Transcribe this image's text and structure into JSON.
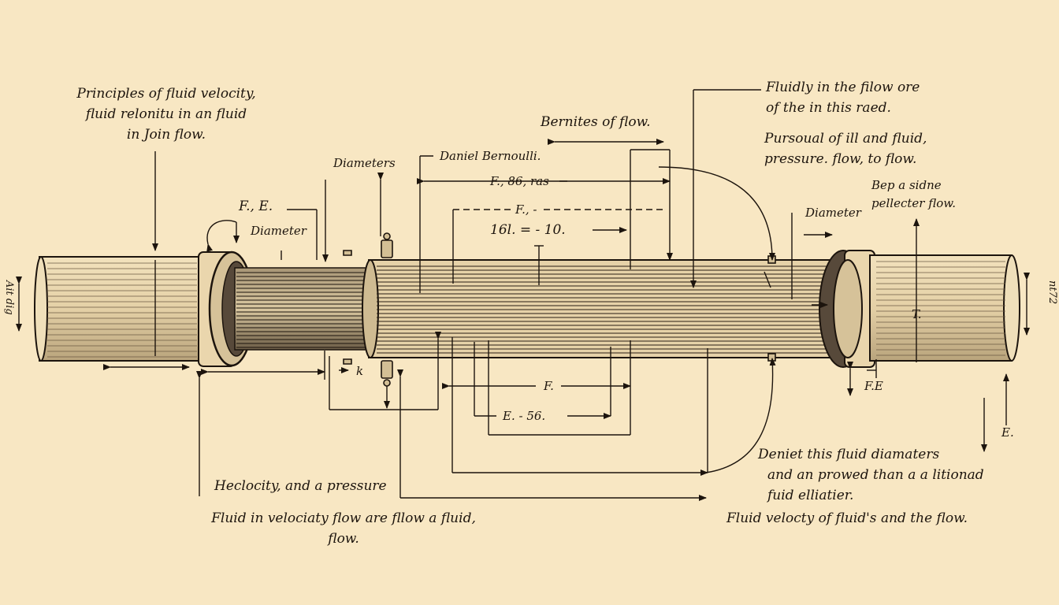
{
  "colors": {
    "paper": "#f8e7c3",
    "ink": "#1c140d",
    "pipe": "#eedcb6"
  },
  "text": {
    "principles": [
      "Principles of fluid velocity,",
      "fluid relonitu in an fluid",
      "in Join flow."
    ],
    "diameters": "Diameters",
    "daniel": "Daniel Bernoulli.",
    "bernites": "Bernites of flow.",
    "fluidly": [
      "Fluidly in the filow ore",
      "of the in this raed."
    ],
    "pursoual": [
      "Pursoual of ill and fluid,",
      "pressure. flow, to flow."
    ],
    "bep": [
      "Bep a sidne",
      "pellecter flow."
    ],
    "diameter_right": "Diameter",
    "f_e": "F., E.",
    "diameter_left": "Diameter",
    "f86": "F., 86, ras",
    "f_dash": "F., -",
    "ratio": "16l. = - 10.",
    "f_mid": "F.",
    "e_mid": "E. - 56.",
    "k": "k",
    "fe_right": "F.E",
    "e_right": "E.",
    "t_right": "T.",
    "side_left": "Ait dig",
    "side_right": "nt72",
    "hecl": "Heclocity, and a pressure",
    "fluid_velocity": [
      "Fluid in velociaty flow are fllow a fluid,",
      "flow."
    ],
    "deniet": [
      "Deniet this fluid diamaters",
      "and an prowed than a a litionad",
      "fuid elliatier."
    ],
    "fluid_velocty": "Fluid velocty of fluid's and the flow."
  }
}
